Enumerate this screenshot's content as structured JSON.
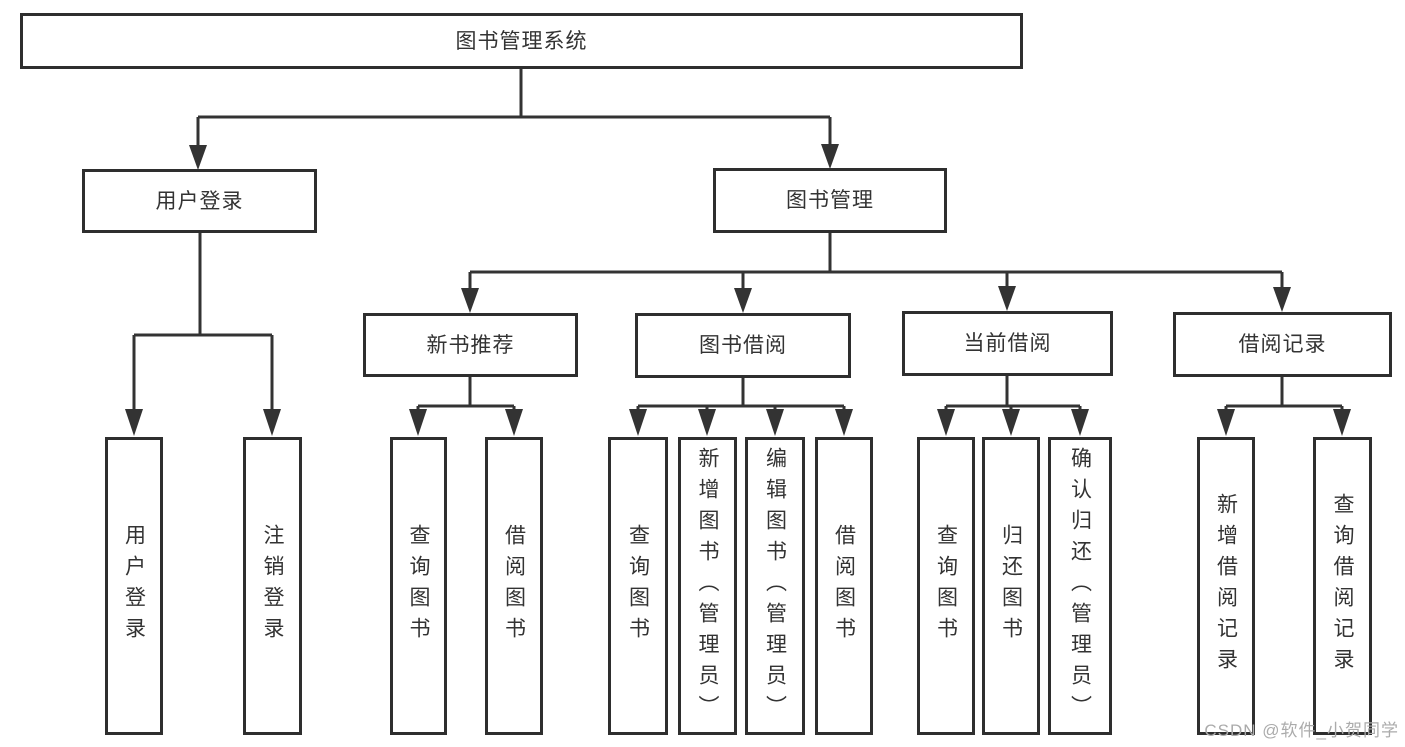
{
  "diagram_title": "图书管理系统",
  "tree": {
    "label": "图书管理系统",
    "children": [
      {
        "label": "用户登录",
        "children": [
          {
            "label": "用户登录"
          },
          {
            "label": "注销登录"
          }
        ]
      },
      {
        "label": "图书管理",
        "children": [
          {
            "label": "新书推荐",
            "children": [
              {
                "label": "查询图书"
              },
              {
                "label": "借阅图书"
              }
            ]
          },
          {
            "label": "图书借阅",
            "children": [
              {
                "label": "查询图书"
              },
              {
                "label": "新增图书（管理员）"
              },
              {
                "label": "编辑图书（管理员）"
              },
              {
                "label": "借阅图书"
              }
            ]
          },
          {
            "label": "当前借阅",
            "children": [
              {
                "label": "查询图书"
              },
              {
                "label": "归还图书"
              },
              {
                "label": "确认归还（管理员）"
              }
            ]
          },
          {
            "label": "借阅记录",
            "children": [
              {
                "label": "新增借阅记录"
              },
              {
                "label": "查询借阅记录"
              }
            ]
          }
        ]
      }
    ]
  },
  "watermark": {
    "text": "CSDN @软件_小贺同学"
  },
  "colors": {
    "line": "#333333",
    "box_border": "#2e2e2e",
    "text": "#333333",
    "background": "#ffffff",
    "watermark": "#ababab"
  }
}
